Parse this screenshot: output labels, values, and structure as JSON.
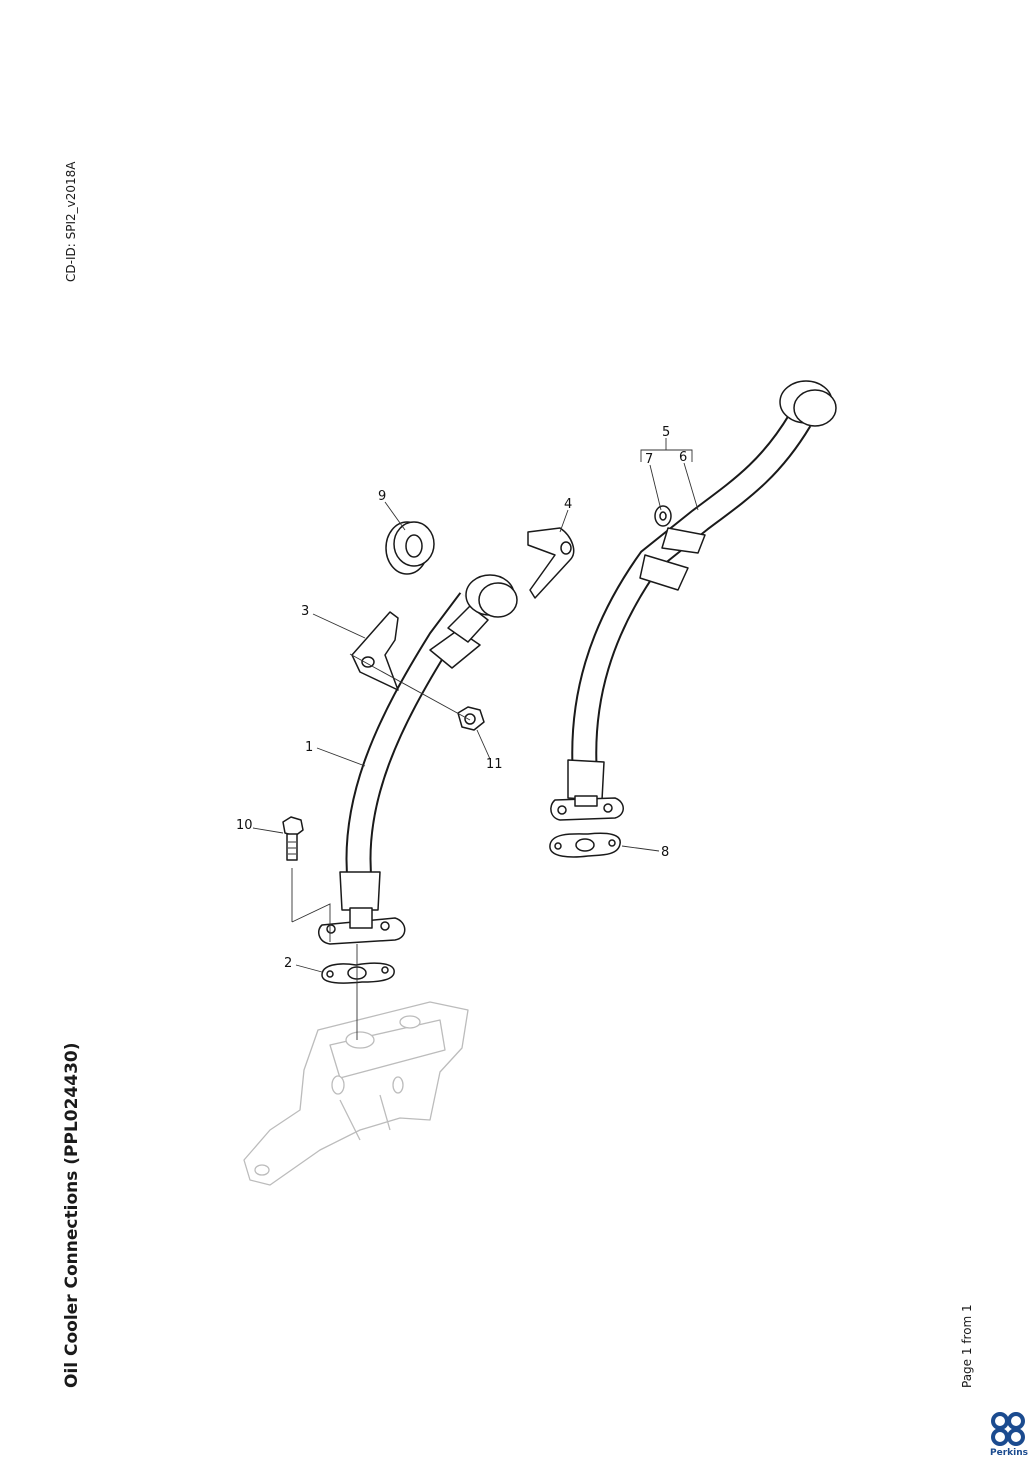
{
  "header": {
    "cd_id": "CD-ID: SPI2_v2018A"
  },
  "title": "Oil Cooler Connections (PPL024430)",
  "footer": {
    "page": "Page 1 from 1",
    "brand": "Perkins"
  },
  "callouts": [
    "1",
    "2",
    "3",
    "4",
    "5",
    "6",
    "7",
    "8",
    "9",
    "10",
    "11"
  ],
  "colors": {
    "brand": "#1b4b8f",
    "ghost": "#bcbcbc",
    "line": "#1a1a1a"
  }
}
